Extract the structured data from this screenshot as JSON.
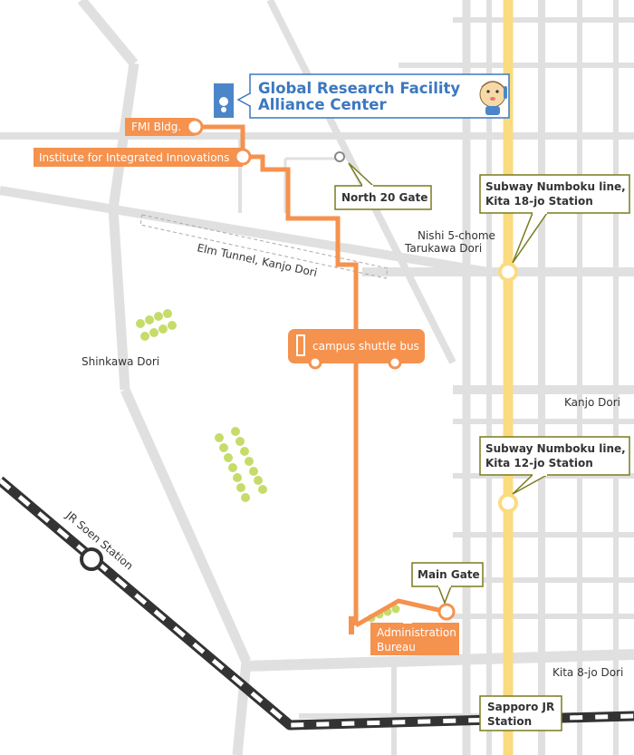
{
  "title": {
    "line1": "Global Research Facility",
    "line2": "Alliance Center"
  },
  "buildings": {
    "fmi": "FMI Bldg.",
    "institute": "Institute for Integrated Innovations",
    "admin_line1": "Administration",
    "admin_line2": "Bureau"
  },
  "gates": {
    "north": "North 20 Gate",
    "main": "Main Gate"
  },
  "stations": {
    "kita18_line1": "Subway Numboku line,",
    "kita18_line2": "Kita 18-jo Station",
    "kita12_line1": "Subway Numboku line,",
    "kita12_line2": "Kita 12-jo Station",
    "sapporo_line1": "Sapporo JR",
    "sapporo_line2": "Station",
    "jr_soen": "JR Soen Station"
  },
  "streets": {
    "nishi5_line1": "Nishi 5-chome",
    "nishi5_line2": "Tarukawa Dori",
    "elm_tunnel": "Elm Tunnel, Kanjo Dori",
    "shinkawa": "Shinkawa Dori",
    "kanjo": "Kanjo Dori",
    "kita8": "Kita 8-jo Dori"
  },
  "shuttle": {
    "label": "campus shuttle bus"
  },
  "colors": {
    "road": "#e0e0e0",
    "route": "#f5924e",
    "subway": "#fbdb80",
    "callout_border": "#7a7a1e",
    "title_blue": "#3b78c0",
    "trees": "#c6dc6a"
  },
  "icons": {
    "mascot": "mascot-icon",
    "building_marker": "building-marker-icon",
    "bus": "bus-icon",
    "station": "station-circle-icon"
  }
}
